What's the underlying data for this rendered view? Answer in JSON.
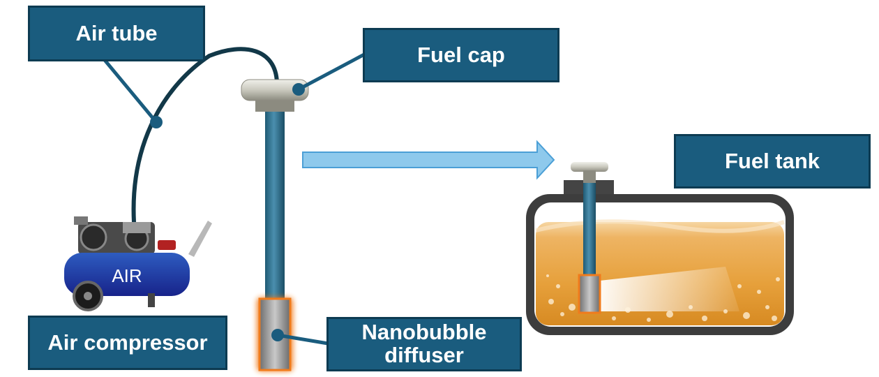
{
  "labels": {
    "air_tube": "Air tube",
    "fuel_cap": "Fuel cap",
    "fuel_tank": "Fuel tank",
    "air_compressor": "Air compressor",
    "nanobubble_line1": "Nanobubble",
    "nanobubble_line2": "diffuser"
  },
  "compressor_text": "AIR",
  "colors": {
    "label_bg": "#1a5c7e",
    "label_border": "#0d3b52",
    "tube": "#123848",
    "pipe": "#2b6f8e",
    "arrow": "#8ec9ec",
    "fuel": "#e8a43c",
    "diffuser_glow": "#f07b1c",
    "compressor_body": "#1f2f9a"
  },
  "icons": [
    "air-compressor-icon",
    "fuel-cap-icon",
    "fuel-tank-icon",
    "nanobubble-diffuser-icon",
    "right-arrow-icon"
  ]
}
